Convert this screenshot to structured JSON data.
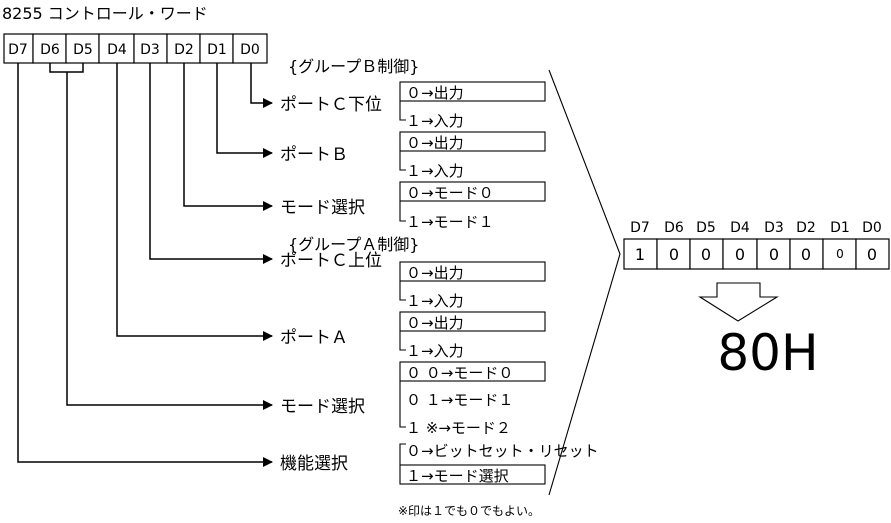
{
  "title": "8255 コントロール・ワード",
  "bits": [
    "D7",
    "D6",
    "D5",
    "D4",
    "D3",
    "D2",
    "D1",
    "D0"
  ],
  "group_b": "{グループＢ制御}",
  "group_a": "{グループＡ制御}",
  "fields": [
    {
      "label": "ポートＣ下位",
      "options": [
        "０→出力",
        "１→入力"
      ]
    },
    {
      "label": "ポートＢ",
      "options": [
        "０→出力",
        "１→入力"
      ]
    },
    {
      "label": "モード選択",
      "options": [
        "０→モード０",
        "１→モード１"
      ]
    },
    {
      "label": "ポートＣ上位",
      "options": [
        "０→出力",
        "１→入力"
      ]
    },
    {
      "label": "ポートＡ",
      "options": [
        "０→出力",
        "１→入力"
      ]
    },
    {
      "label": "モード選択",
      "options": [
        "０ ０→モード０",
        "０ １→モード１",
        "１ ※→モード２"
      ]
    },
    {
      "label": "機能選択",
      "options": [
        "０→ビットセット・リセット",
        "１→モード選択"
      ]
    }
  ],
  "note": "※印は１でも０でもよい。",
  "example": {
    "bits": [
      "D7",
      "D6",
      "D5",
      "D4",
      "D3",
      "D2",
      "D1",
      "D0"
    ],
    "values": [
      "1",
      "0",
      "0",
      "0",
      "0",
      "0",
      "0",
      "0"
    ],
    "result": "80H"
  }
}
